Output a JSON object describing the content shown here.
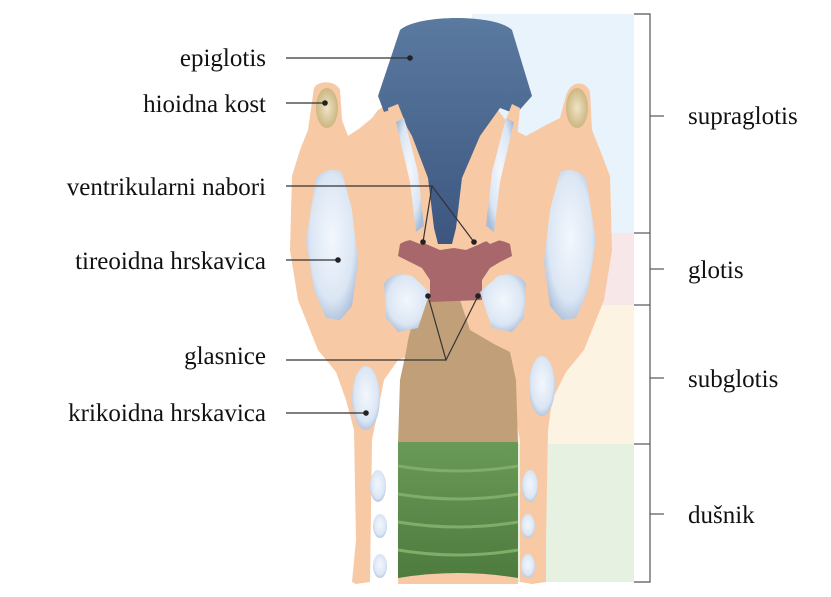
{
  "diagram": {
    "left_labels": {
      "epiglottis": "epiglotis",
      "hyoid": "hioidna kost",
      "ventricular": "ventrikularni nabori",
      "thyroid": "tireoidna hrskavica",
      "vocal": "glasnice",
      "cricoid": "krikoidna hrskavica"
    },
    "regions": {
      "supraglottis": "supraglotis",
      "glottis": "glotis",
      "subglottis": "subglotis",
      "trachea": "dušnik"
    },
    "colors": {
      "supraglottis_band": "#e8f3fb",
      "glottis_band": "#f7e7e8",
      "subglottis_band": "#fdf3e3",
      "trachea_band": "#e6f1e1",
      "tissue": "#f8c9a5",
      "cartilage": "#cfdcef",
      "epiglottis_lumen": "#5f7ea4",
      "glottis_lumen": "#a8686b",
      "subglottis_lumen": "#c1a079",
      "trachea_lumen": "#5e8c4c",
      "hyoid": "#d4c08f"
    }
  }
}
